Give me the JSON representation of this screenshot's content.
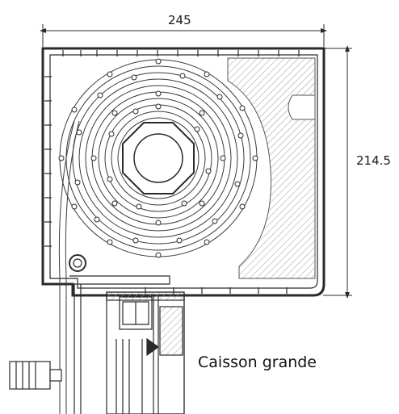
{
  "dimensions": {
    "width_label": "245",
    "height_label": "214.5"
  },
  "caption": "Caisson grande",
  "colors": {
    "line": "#2a2a2a",
    "hatch": "#9a9a9a",
    "background": "#ffffff"
  }
}
